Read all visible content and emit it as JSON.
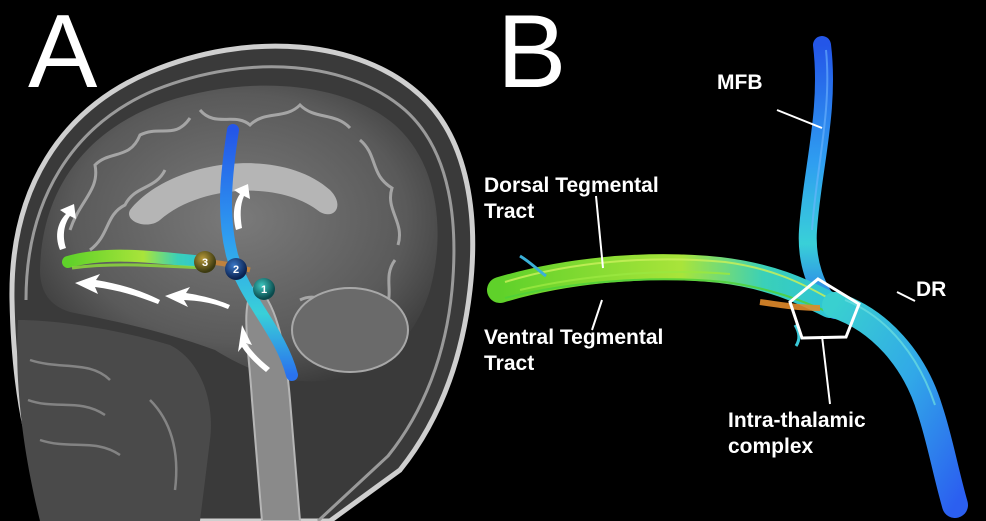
{
  "panels": {
    "a": {
      "letter": "A"
    },
    "b": {
      "letter": "B"
    }
  },
  "markers": [
    "1",
    "2",
    "3"
  ],
  "labels": {
    "mfb": "MFB",
    "dorsal_line1": "Dorsal Tegmental",
    "dorsal_line2": "Tract",
    "ventral_line1": "Ventral Tegmental",
    "ventral_line2": "Tract",
    "dr": "DR",
    "intra_line1": "Intra-thalamic",
    "intra_line2": "complex"
  },
  "colors": {
    "background": "#000000",
    "label": "#ffffff",
    "tract_green": "#7ed321",
    "tract_cyan": "#2ec4d6",
    "tract_blue": "#2a6cf0",
    "tract_orange": "#e08a2a"
  }
}
